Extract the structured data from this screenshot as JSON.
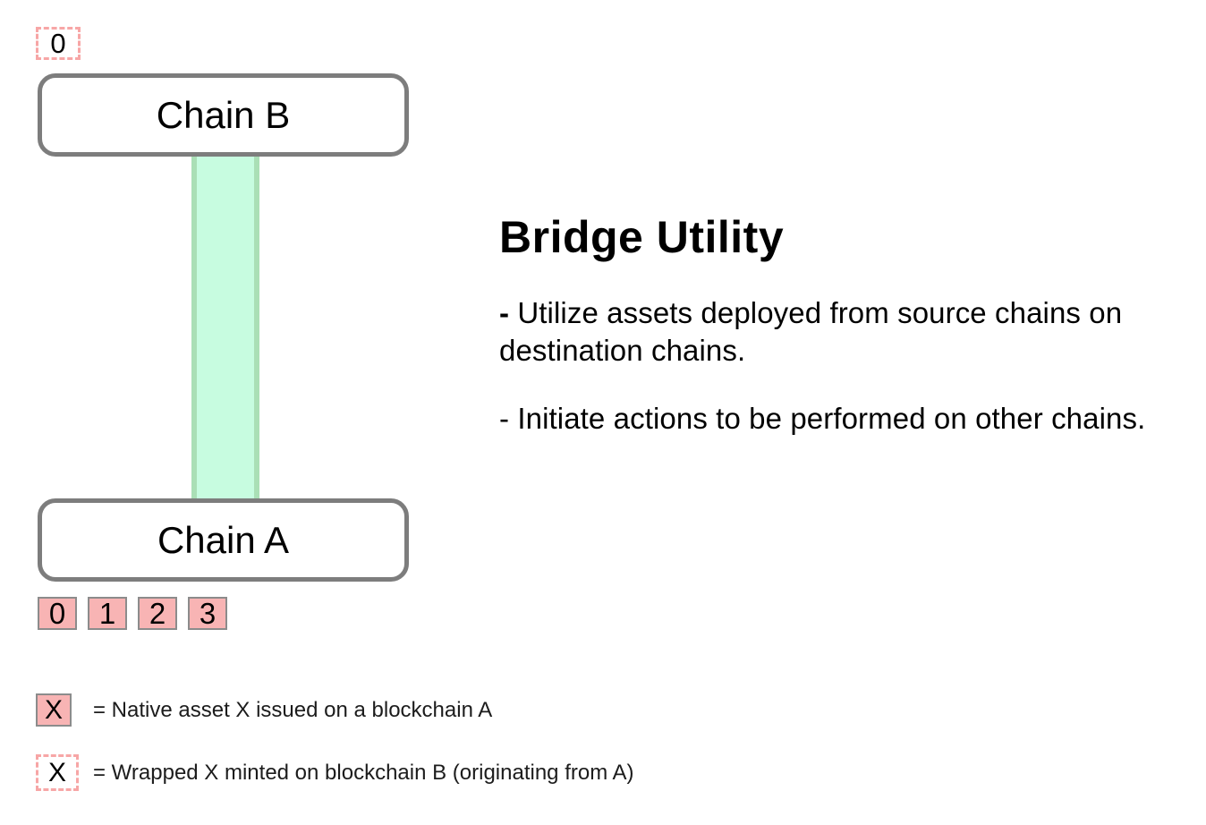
{
  "diagram": {
    "wrapped_asset_badge": "0",
    "chain_b": {
      "label": "Chain B"
    },
    "chain_a": {
      "label": "Chain A"
    },
    "native_assets": [
      "0",
      "1",
      "2",
      "3"
    ]
  },
  "info": {
    "title": "Bridge Utility",
    "bullet1_dash": "-",
    "bullet1_text": " Utilize assets deployed from source chains on destination chains.",
    "bullet2_text": "- Initiate actions to be performed on other chains."
  },
  "legend": {
    "native": {
      "symbol": "X",
      "text": "= Native asset X issued on a blockchain A"
    },
    "wrapped": {
      "symbol": "X",
      "text": "= Wrapped X minted on blockchain B (originating from A)"
    }
  },
  "colors": {
    "chain_border": "#7d7d7d",
    "bridge_fill": "#c7fce0",
    "bridge_border": "#aadfb6",
    "asset_pink": "#f8b4b4",
    "asset_border": "#8c8c8c",
    "wrapped_dash": "#f7a6a6"
  }
}
